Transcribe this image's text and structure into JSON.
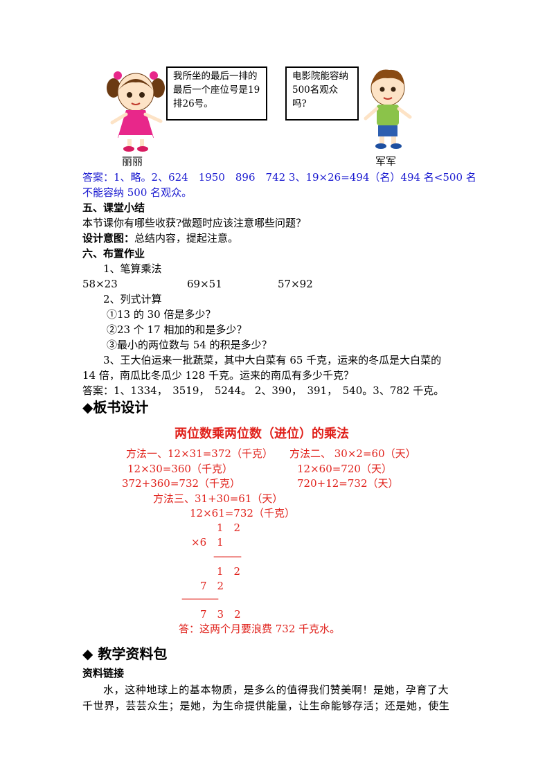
{
  "illustration": {
    "girl_name": "丽丽",
    "boy_name": "军军",
    "girl_bubble": "我所坐的最后一排的最后一个座位号是19排26号。",
    "boy_bubble": "电影院能容纳500名观众吗?"
  },
  "answer1": {
    "line1": "答案：1、略。2、624　1950　896　742 3、19×26=494（名）494 名<500 名",
    "line2": "不能容纳 500 名观众。"
  },
  "section5": {
    "heading": "五、课堂小结",
    "text": "本节课你有哪些收获?做题时应该注意哪些问题？",
    "intent_label": "设计意图：",
    "intent_text": "总结内容，提起注意。"
  },
  "section6": {
    "heading": "六、布置作业",
    "item1_title": "1、笔算乘法",
    "item1_exprs": [
      "58×23",
      "69×51",
      "57×92"
    ],
    "item2_title": "2、列式计算",
    "item2_q1": "①13 的 30 倍是多少？",
    "item2_q2": "②23 个 17 相加的和是多少？",
    "item2_q3": "③最小的两位数与 54 的积是多少？",
    "item3_line1": "3、王大伯运来一批蔬菜，其中大白菜有 65 千克，运来的冬瓜是大白菜的",
    "item3_line2": "14 倍，南瓜比冬瓜少 128 千克。运来的南瓜有多少千克？",
    "answer": "答案：1、1334，　3519，　5244。 2、390，　391，　540。3、782 千克。"
  },
  "board": {
    "heading": "◆板书设计",
    "title": "两位数乘两位数（进位）的乘法",
    "m1_l1": "方法一、12×31=372（千克）",
    "m1_l2": "12×30=360（千克）",
    "m1_l3": "372+360=732（千克）",
    "m2_l1": "方法二、 30×2=60（天）",
    "m2_l2": "12×60=720（天）",
    "m2_l3": "720+12=732（天）",
    "m3_l1": "方法三、31+30=61（天）",
    "m3_l2": "12×61=732（千克）",
    "v_row1": "1　2",
    "v_row2": "×6　1",
    "v_line1": "———",
    "v_row3": "1　2",
    "v_row4": "7　2",
    "v_line2": "————",
    "v_row5": "7　3　2",
    "answer": "答：这两个月要浪费 732 千克水。"
  },
  "resources": {
    "heading": "◆ 教学资料包",
    "sub": "资料链接",
    "line1": "水，这种地球上的基本物质，是多么的值得我们赞美啊！是她，孕育了大",
    "line2": "千世界，芸芸众生；是她，为生命提供能量，让生命能够存活；还是她，使生"
  },
  "colors": {
    "answer_blue": "#1a1ad0",
    "board_red": "#e0201a"
  }
}
